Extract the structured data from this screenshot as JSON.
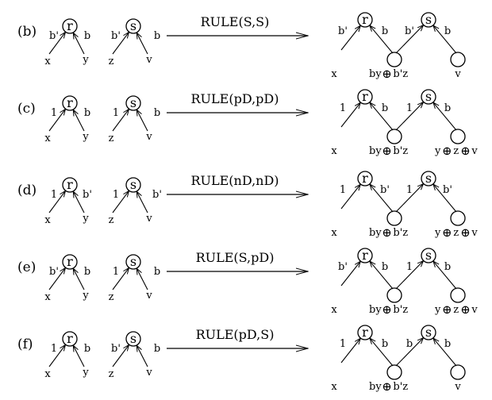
{
  "rows": [
    {
      "label": "(b)",
      "rule": "RULE(S,S)",
      "left": {
        "r": {
          "name": "r",
          "left_label": "b'",
          "right_label": "b",
          "left_child": "x",
          "right_child": "y"
        },
        "s": {
          "name": "s",
          "left_label": "b'",
          "right_label": "b",
          "left_child": "z",
          "right_child": "v"
        }
      },
      "right": {
        "r_name": "r",
        "s_name": "s",
        "r_left_label": "b'",
        "r_right_label": "b",
        "s_left_label": "b'",
        "s_right_label": "b",
        "x": "x",
        "mid": [
          "by",
          "b'z"
        ],
        "right_leaf": [
          "v"
        ]
      }
    },
    {
      "label": "(c)",
      "rule": "RULE(pD,pD)",
      "left": {
        "r": {
          "name": "r",
          "left_label": "1",
          "right_label": "b",
          "left_child": "x",
          "right_child": "y"
        },
        "s": {
          "name": "s",
          "left_label": "1",
          "right_label": "b",
          "left_child": "z",
          "right_child": "v"
        }
      },
      "right": {
        "r_name": "r",
        "s_name": "s",
        "r_left_label": "1",
        "r_right_label": "b",
        "s_left_label": "1",
        "s_right_label": "b",
        "x": "x",
        "mid": [
          "by",
          "b'z"
        ],
        "right_leaf": [
          "y",
          "z",
          "v"
        ]
      }
    },
    {
      "label": "(d)",
      "rule": "RULE(nD,nD)",
      "left": {
        "r": {
          "name": "r",
          "left_label": "1",
          "right_label": "b'",
          "left_child": "x",
          "right_child": "y"
        },
        "s": {
          "name": "s",
          "left_label": "1",
          "right_label": "b'",
          "left_child": "z",
          "right_child": "v"
        }
      },
      "right": {
        "r_name": "r",
        "s_name": "s",
        "r_left_label": "1",
        "r_right_label": "b'",
        "s_left_label": "1",
        "s_right_label": "b'",
        "x": "x",
        "mid": [
          "by",
          "b'z"
        ],
        "right_leaf": [
          "y",
          "z",
          "v"
        ]
      }
    },
    {
      "label": "(e)",
      "rule": "RULE(S,pD)",
      "left": {
        "r": {
          "name": "r",
          "left_label": "b'",
          "right_label": "b",
          "left_child": "x",
          "right_child": "y"
        },
        "s": {
          "name": "s",
          "left_label": "1",
          "right_label": "b",
          "left_child": "z",
          "right_child": "v"
        }
      },
      "right": {
        "r_name": "r",
        "s_name": "s",
        "r_left_label": "b'",
        "r_right_label": "b",
        "s_left_label": "1",
        "s_right_label": "b",
        "x": "x",
        "mid": [
          "by",
          "b'z"
        ],
        "right_leaf": [
          "y",
          "z",
          "v"
        ]
      }
    },
    {
      "label": "(f)",
      "rule": "RULE(pD,S)",
      "left": {
        "r": {
          "name": "r",
          "left_label": "1",
          "right_label": "b",
          "left_child": "x",
          "right_child": "y"
        },
        "s": {
          "name": "s",
          "left_label": "b'",
          "right_label": "b",
          "left_child": "z",
          "right_child": "v"
        }
      },
      "right": {
        "r_name": "r",
        "s_name": "s",
        "r_left_label": "1",
        "r_right_label": "b",
        "s_left_label": "b",
        "s_right_label": "b",
        "x": "x",
        "mid": [
          "by",
          "b'z"
        ],
        "right_leaf": [
          "v"
        ]
      }
    }
  ]
}
